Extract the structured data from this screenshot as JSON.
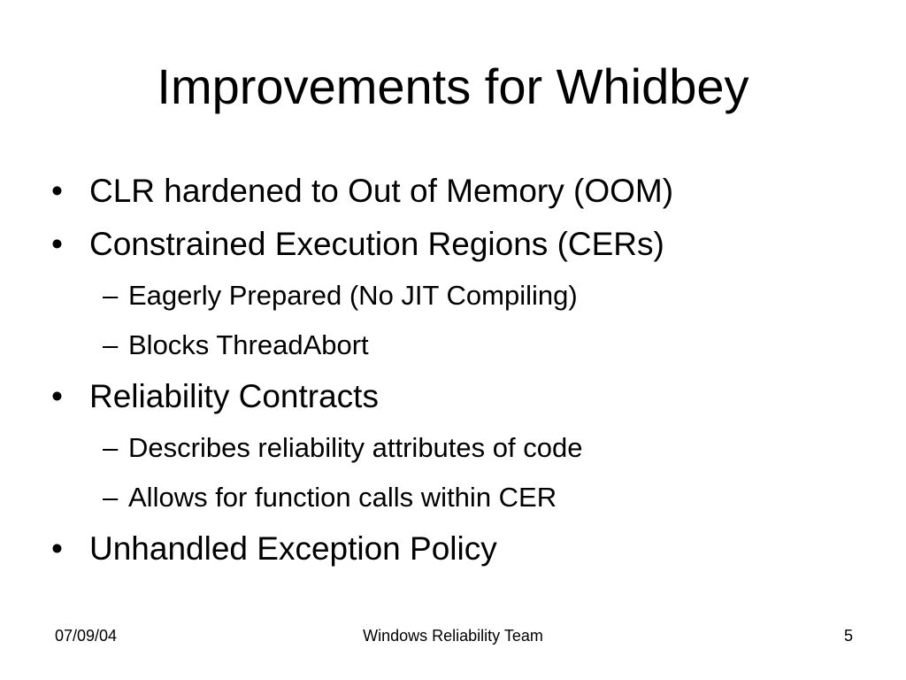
{
  "slide": {
    "title": "Improvements for Whidbey",
    "bullet_marker": "•",
    "sub_marker": "–",
    "bullets": [
      {
        "text": "CLR hardened to Out of Memory (OOM)"
      },
      {
        "text": "Constrained Execution Regions (CERs)",
        "subitems": [
          "Eagerly Prepared (No JIT Compiling)",
          "Blocks ThreadAbort"
        ]
      },
      {
        "text": "Reliability Contracts",
        "subitems": [
          "Describes reliability attributes of code",
          "Allows for function calls within CER"
        ]
      },
      {
        "text": "Unhandled Exception Policy"
      }
    ]
  },
  "footer": {
    "date": "07/09/04",
    "center": "Windows Reliability Team",
    "page_number": "5"
  }
}
